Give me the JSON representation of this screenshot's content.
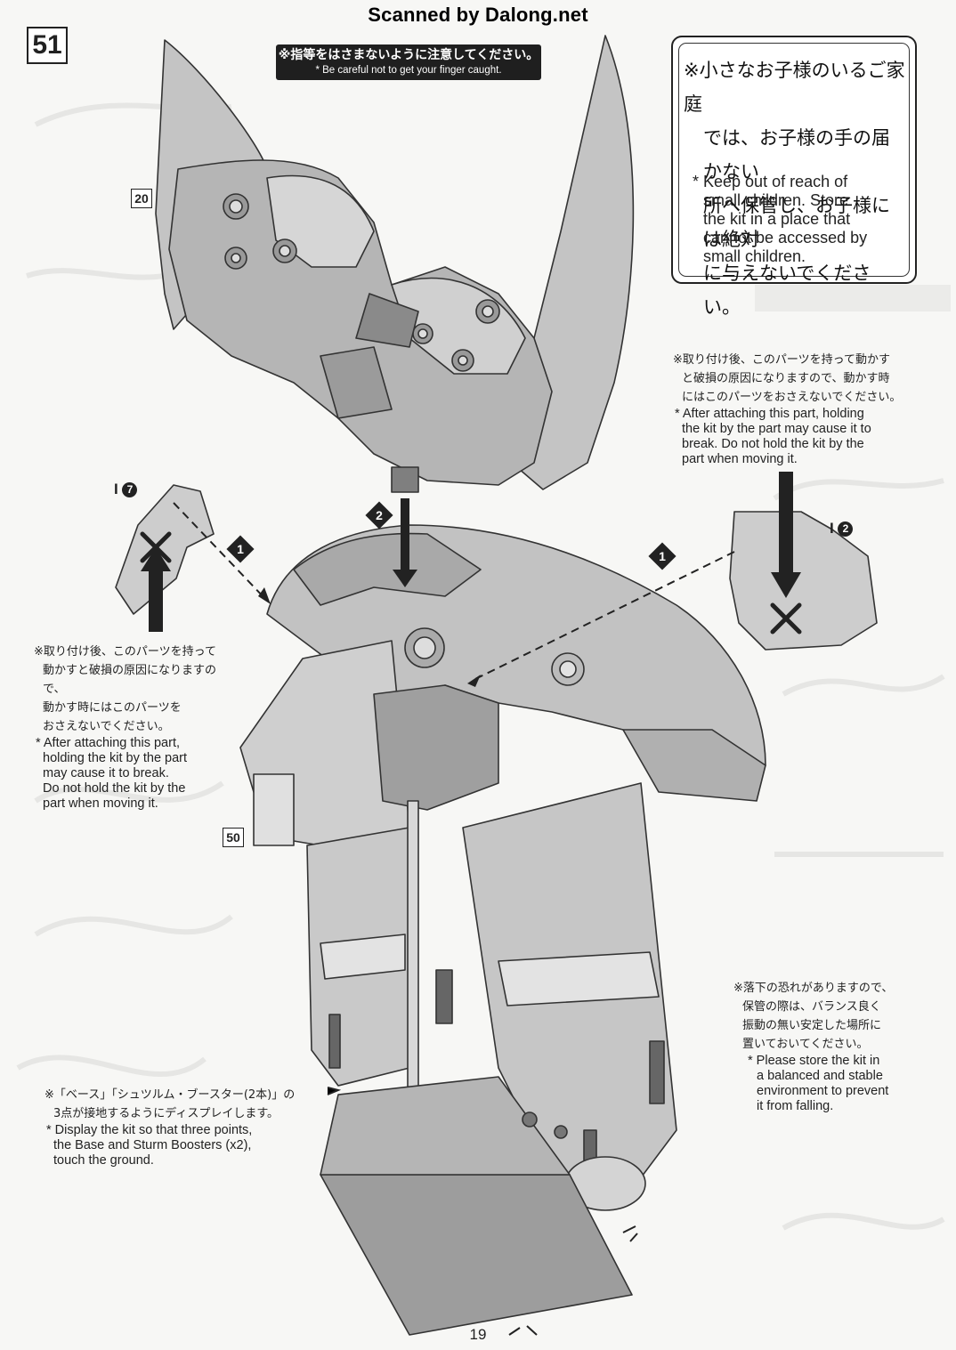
{
  "scan_credit": "Scanned by Dalong.net",
  "step_number": "51",
  "ref_steps": {
    "top": "20",
    "bottom": "50"
  },
  "finger_warning": {
    "jp": "※指等をはさまないように注意してください。",
    "en": "* Be careful not to get your finger caught."
  },
  "child_safety": {
    "jp_lines": [
      "※小さなお子様のいるご家庭",
      "では、お子様の手の届かない",
      "所へ保管し、お子様には絶対",
      "に与えないでください。"
    ],
    "en_lines": [
      "* Keep out of reach of",
      "small children. Store",
      "the kit in a place that",
      "cannot be accessed by",
      "small children."
    ]
  },
  "part_labels": {
    "left": "I",
    "left_num": "7",
    "right": "I",
    "right_num": "2"
  },
  "arrow_markers": {
    "a": "1",
    "b": "2",
    "c": "1"
  },
  "note_right_hold": {
    "jp_lines": [
      "※取り付け後、このパーツを持って動かす",
      "と破損の原因になりますので、動かす時",
      "にはこのパーツをおさえないでください。"
    ],
    "en_lines": [
      "* After attaching this part, holding",
      "the kit by the part may cause it to",
      "break. Do not hold the kit by the",
      "part when moving it."
    ]
  },
  "note_left_hold": {
    "jp_lines": [
      "※取り付け後、このパーツを持って",
      "動かすと破損の原因になりますので、",
      "動かす時にはこのパーツを",
      "おさえないでください。"
    ],
    "en_lines": [
      "* After attaching this part,",
      "holding the kit by the part",
      "may cause it to break.",
      "Do not hold the kit by the",
      "part when moving it."
    ]
  },
  "note_falling": {
    "jp_lines": [
      "※落下の恐れがありますので、",
      "保管の際は、バランス良く",
      "振動の無い安定した場所に",
      "置いておいてください。"
    ],
    "en_lines": [
      "* Please store the kit in",
      "a balanced and stable",
      "environment to prevent",
      "it from falling."
    ]
  },
  "note_display": {
    "jp_lines": [
      "※「ベース」「シュツルム・ブースター(2本)」の",
      "3点が接地するようにディスプレイします。"
    ],
    "en_lines": [
      "* Display the kit so that three points,",
      "the Base and Sturm Boosters (x2),",
      "touch the ground."
    ]
  },
  "page_number": "19"
}
